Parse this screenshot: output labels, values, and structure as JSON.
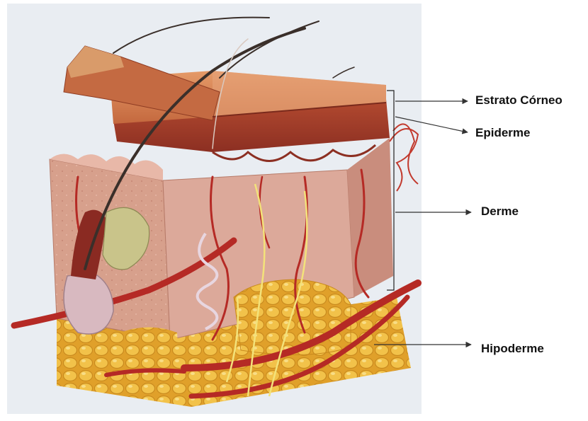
{
  "labels": {
    "estrato_corneo": "Estrato Córneo",
    "epiderme": "Epiderme",
    "derme": "Derme",
    "hipoderme": "Hipoderme"
  },
  "colors": {
    "background": "#ffffff",
    "figure_backdrop": "#e9edf2",
    "corneum": "#c8784e",
    "epidermis": "#a9442e",
    "dermis": "#d9a08a",
    "hypodermis_fat": "#eab33a",
    "blood_vessel": "#b52a25",
    "nerve": "#f3e27a",
    "hair": "#3a2f2a",
    "follicle": "#d8b9c0",
    "gland": "#c9c48a",
    "arrow": "#333333"
  }
}
